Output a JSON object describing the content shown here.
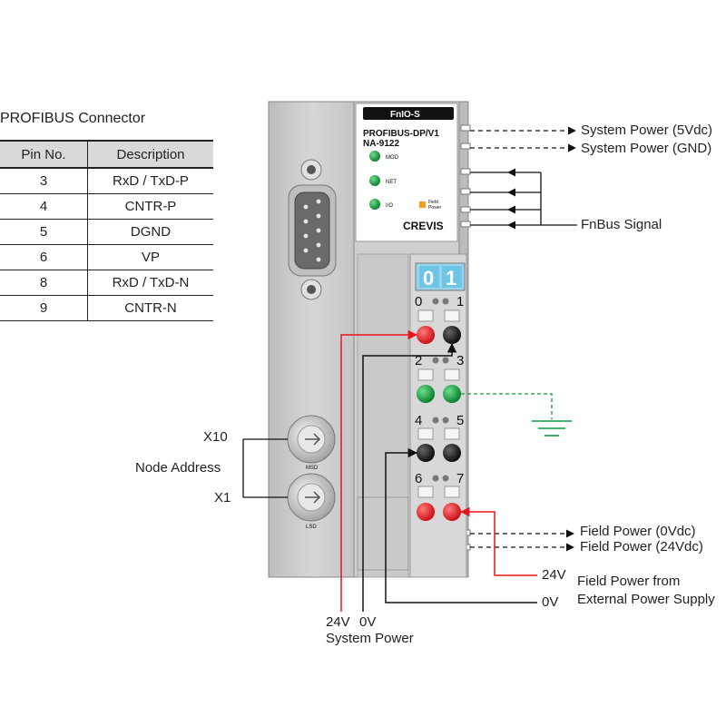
{
  "connector": {
    "title": "PROFIBUS Connector",
    "headers": [
      "Pin No.",
      "Description"
    ],
    "rows": [
      {
        "pin": "3",
        "desc": "RxD / TxD-P"
      },
      {
        "pin": "4",
        "desc": "CNTR-P"
      },
      {
        "pin": "5",
        "desc": "DGND"
      },
      {
        "pin": "6",
        "desc": "VP"
      },
      {
        "pin": "8",
        "desc": "RxD / TxD-N"
      },
      {
        "pin": "9",
        "desc": "CNTR-N"
      }
    ]
  },
  "module": {
    "model_tab": "FnIO-S",
    "line1": "PROFIBUS-DP/V1",
    "line2": "NA-9122",
    "leds": [
      "MOD",
      "NET",
      "I/O"
    ],
    "field_power": [
      "Field",
      "Power"
    ],
    "brand": "CREVIS",
    "display": [
      "0",
      "1"
    ],
    "terminal_numbers": [
      "0",
      "1",
      "2",
      "3",
      "4",
      "5",
      "6",
      "7"
    ],
    "switch_labels": [
      "MSD",
      "LSD"
    ]
  },
  "labels": {
    "sys_5v": "System Power (5Vdc)",
    "sys_gnd": "System Power (GND)",
    "fnbus": "FnBus Signal",
    "x10": "X10",
    "node_address": "Node Address",
    "x1": "X1",
    "fp_0v": "Field Power (0Vdc)",
    "fp_24v": "Field Power (24Vdc)",
    "ext_24v": "24V",
    "ext_0v": "0V",
    "ext_line1": "Field Power from",
    "ext_line2": "External Power Supply",
    "sys_24v": "24V",
    "sys_0v": "0V",
    "sys_power": "System Power"
  },
  "colors": {
    "red": "#e8141c",
    "green": "#0a9a3a",
    "black": "#111111",
    "display": "#6ec6e6"
  }
}
